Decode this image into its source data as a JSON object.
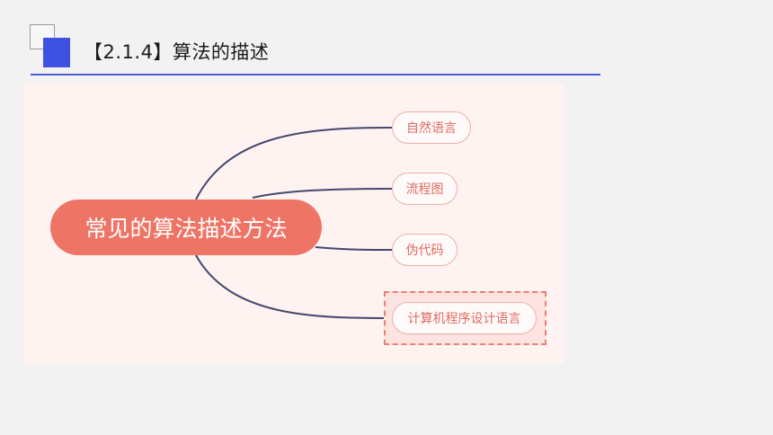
{
  "header": {
    "title": "【2.1.4】算法的描述"
  },
  "mindmap": {
    "root": "常见的算法描述方法",
    "branches": [
      "自然语言",
      "流程图",
      "伪代码",
      "计算机程序设计语言"
    ],
    "highlighted_branch": "计算机程序设计语言",
    "colors": {
      "root_fill": "#ee7465",
      "leaf_text": "#e06a5e",
      "leaf_border": "#edb0a6",
      "connector": "#444870",
      "highlight_border": "#ea7f72",
      "accent_blue": "#3f51e0"
    }
  }
}
